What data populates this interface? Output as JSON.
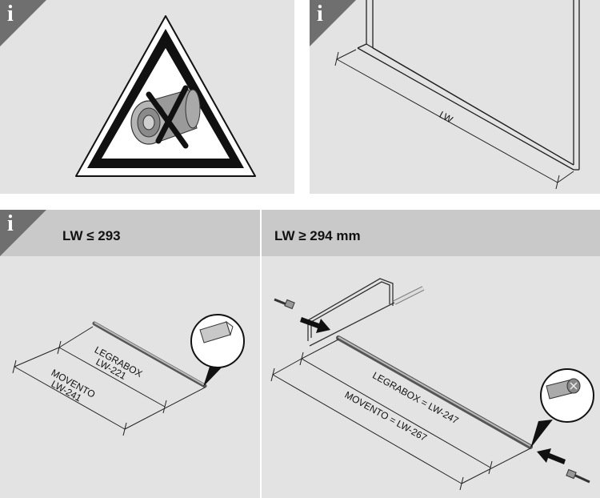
{
  "icons": {
    "info": "i"
  },
  "panel_top_right": {
    "dimension_label": "LW"
  },
  "panel_bottom_left": {
    "header": "LW ≤ 293",
    "legrabox_line1": "LEGRABOX",
    "legrabox_line2": "LW-221",
    "movento_line1": "MOVENTO",
    "movento_line2": "LW-241"
  },
  "panel_bottom_right": {
    "header": "LW ≥ 294 mm",
    "legrabox_label": "LEGRABOX = LW-247",
    "movento_label": "MOVENTO = LW-267"
  }
}
